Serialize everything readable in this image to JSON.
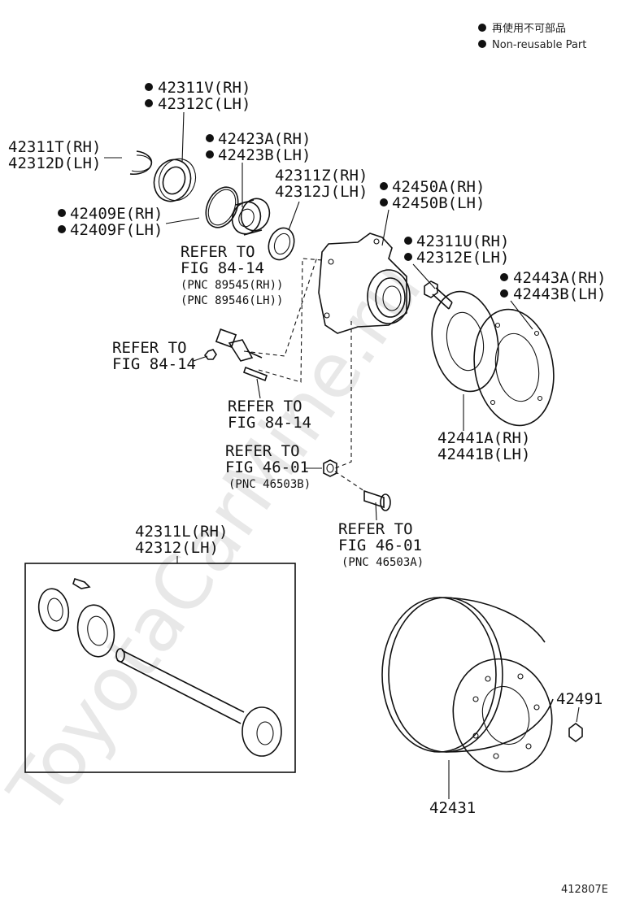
{
  "legend": {
    "jp": "再使用不可部品",
    "en": "Non-reusable Part"
  },
  "figure_id": "412807E",
  "watermark": "ToyotaCarMine.ru",
  "labels": {
    "l42311V": "42311V(RH)",
    "l42312C": "42312C(LH)",
    "l42311T": "42311T(RH)",
    "l42312D": "42312D(LH)",
    "l42423A": "42423A(RH)",
    "l42423B": "42423B(LH)",
    "l42409E": "42409E(RH)",
    "l42409F": "42409F(LH)",
    "l42311Z": "42311Z(RH)",
    "l42312J": "42312J(LH)",
    "l42450A": "42450A(RH)",
    "l42450B": "42450B(LH)",
    "l42311U": "42311U(RH)",
    "l42312E": "42312E(LH)",
    "l42443A": "42443A(RH)",
    "l42443B": "42443B(LH)",
    "l42441A": "42441A(RH)",
    "l42441B": "42441B(LH)",
    "l42311L": "42311L(RH)",
    "l42312": "42312(LH)",
    "l42491": "42491",
    "l42431": "42431"
  },
  "refs": {
    "r1_a": "REFER TO",
    "r1_b": "FIG 84-14",
    "r1_c": "(PNC 89545(RH))",
    "r1_d": "(PNC 89546(LH))",
    "r2_a": "REFER TO",
    "r2_b": "FIG 84-14",
    "r3_a": "REFER TO",
    "r3_b": "FIG 84-14",
    "r4_a": "REFER TO",
    "r4_b": "FIG 46-01",
    "r4_c": "(PNC 46503B)",
    "r5_a": "REFER TO",
    "r5_b": "FIG 46-01",
    "r5_c": "(PNC 46503A)"
  }
}
